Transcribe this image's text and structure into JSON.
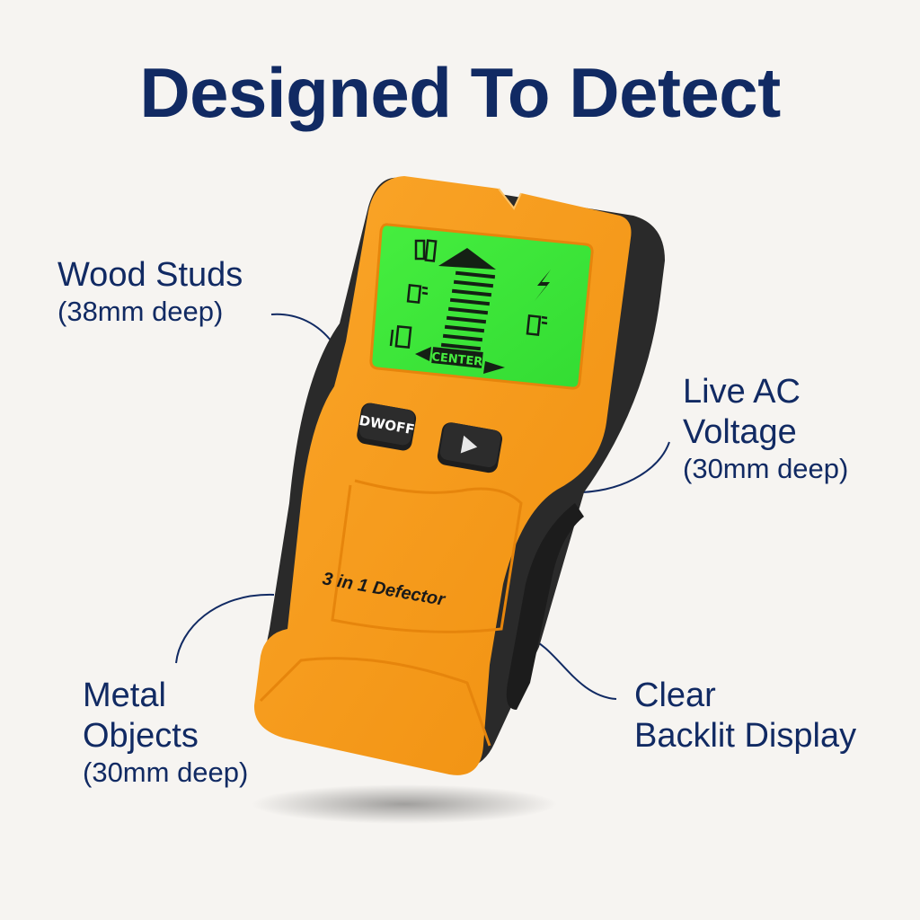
{
  "headline": "Designed To Detect",
  "callouts": {
    "wood_studs": {
      "title": "Wood Studs",
      "detail": "(38mm deep)"
    },
    "live_ac": {
      "title_line1": "Live AC",
      "title_line2": "Voltage",
      "detail": "(30mm deep)"
    },
    "metal_objects": {
      "title_line1": "Metal",
      "title_line2": "Objects",
      "detail": "(30mm deep)"
    },
    "backlit_display": {
      "title_line1": "Clear",
      "title_line2": "Backlit Display"
    }
  },
  "device": {
    "screen_label": "CENTER",
    "power_button_label": "DWOFF",
    "play_button_icon": "play-triangle-icon",
    "brand_text": "3 in 1 Defector",
    "screen_icons": [
      "battery-icon",
      "wood-stud-icon",
      "metal-icon",
      "signal-bars-icon",
      "lightning-bolt-icon",
      "ac-stud-icon",
      "left-arrow-icon",
      "right-arrow-icon",
      "up-arrow-icon"
    ]
  },
  "colors": {
    "background": "#f6f4f1",
    "text_navy": "#112a63",
    "body_orange": "#f59a1b",
    "rubber_black": "#2a2a2a",
    "lcd_green": "#3ee83a",
    "lcd_ink": "#142014"
  }
}
